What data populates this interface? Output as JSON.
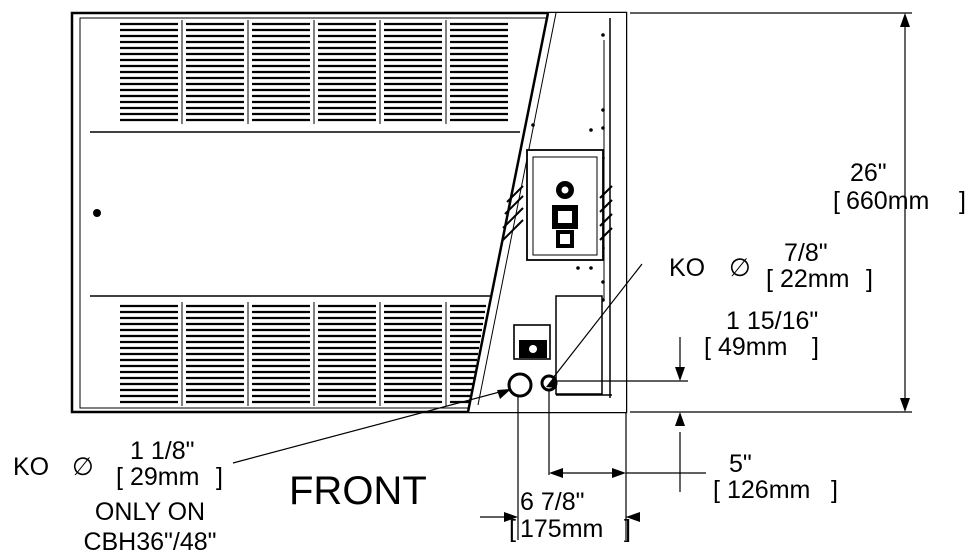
{
  "view_label": "FRONT",
  "height_dim": {
    "imperial": "26\"",
    "metric": "660mm"
  },
  "ko_small": {
    "prefix": "KO",
    "symbol": "∅",
    "imperial": "7/8\"",
    "metric": "22mm"
  },
  "ko_small_offset": {
    "imperial": "1 15/16\"",
    "metric": "49mm"
  },
  "ko_large": {
    "prefix": "KO",
    "symbol": "∅",
    "imperial": "1 1/8\"",
    "metric": "29mm",
    "note_line1": "ONLY ON",
    "note_line2": "CBH36\"/48\""
  },
  "dim_5": {
    "imperial": "5\"",
    "metric": "126mm"
  },
  "dim_6_7_8": {
    "imperial": "6 7/8\"",
    "metric": "175mm"
  },
  "colors": {
    "line": "#000000",
    "background": "#ffffff"
  }
}
